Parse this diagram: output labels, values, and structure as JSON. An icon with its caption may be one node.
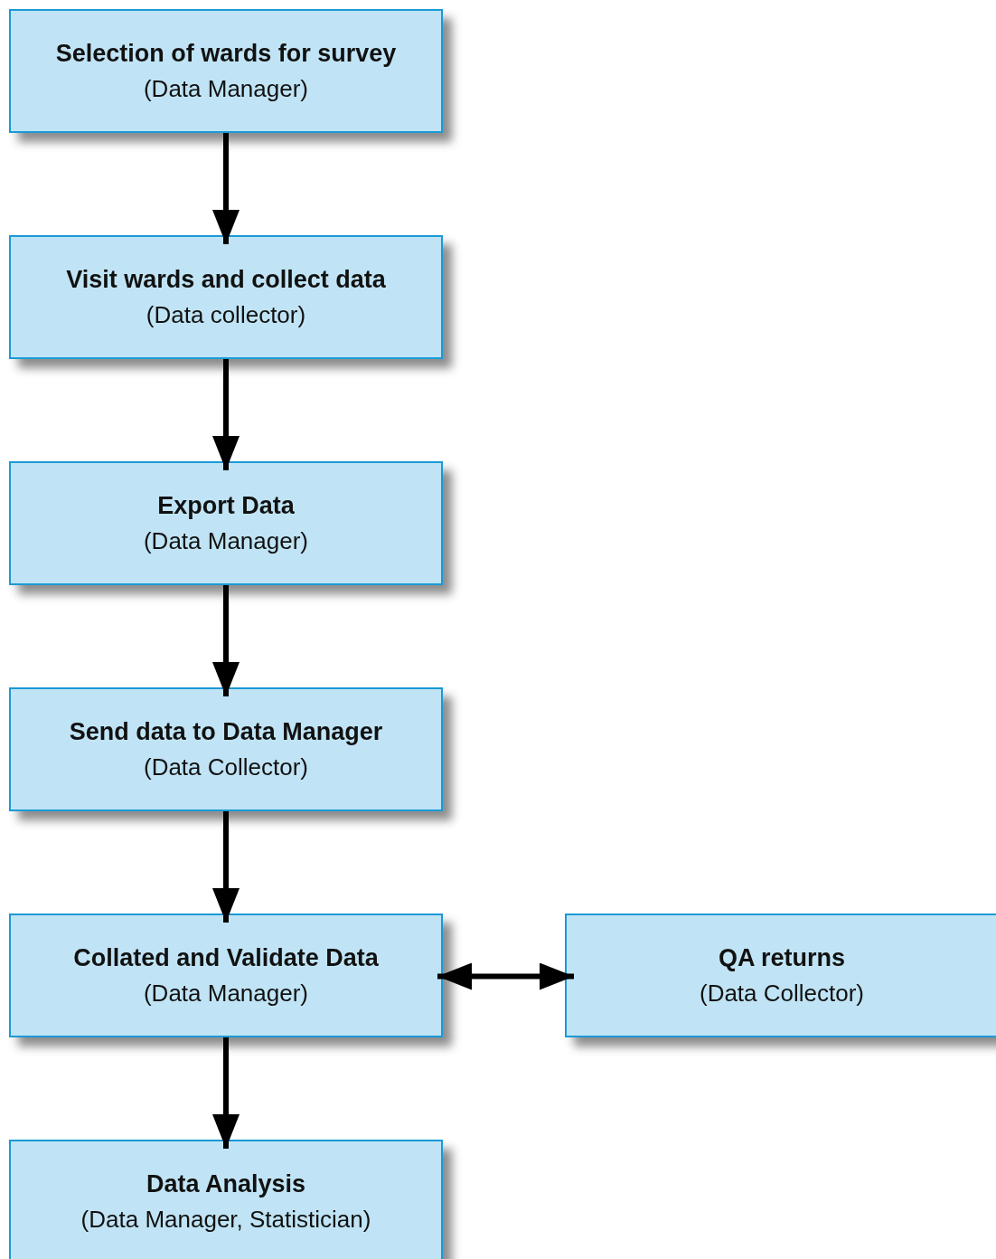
{
  "diagram": {
    "nodes": [
      {
        "text": [
          "Selection of wards for survey",
          "(Data Manager)"
        ]
      },
      {
        "text": [
          "Visit wards and collect data",
          "(Data collector)"
        ]
      },
      {
        "text": [
          "Export Data",
          "(Data Manager)"
        ]
      },
      {
        "text": [
          "Send data to Data Manager",
          "(Data Collector)"
        ]
      },
      {
        "text": [
          "Collated and Validate Data",
          "(Data Manager)"
        ]
      },
      {
        "text": [
          "QA returns",
          "(Data Collector)"
        ]
      },
      {
        "text": [
          "Data Analysis",
          "(Data Manager, Statistician)"
        ]
      }
    ],
    "edges": [
      {
        "from": 0,
        "to": 1,
        "arrow": "to"
      },
      {
        "from": 1,
        "to": 2,
        "arrow": "to"
      },
      {
        "from": 2,
        "to": 3,
        "arrow": "to"
      },
      {
        "from": 3,
        "to": 4,
        "arrow": "to"
      },
      {
        "from": 4,
        "to": 5,
        "arrow": "both"
      },
      {
        "from": 4,
        "to": 6,
        "arrow": "to"
      }
    ]
  }
}
